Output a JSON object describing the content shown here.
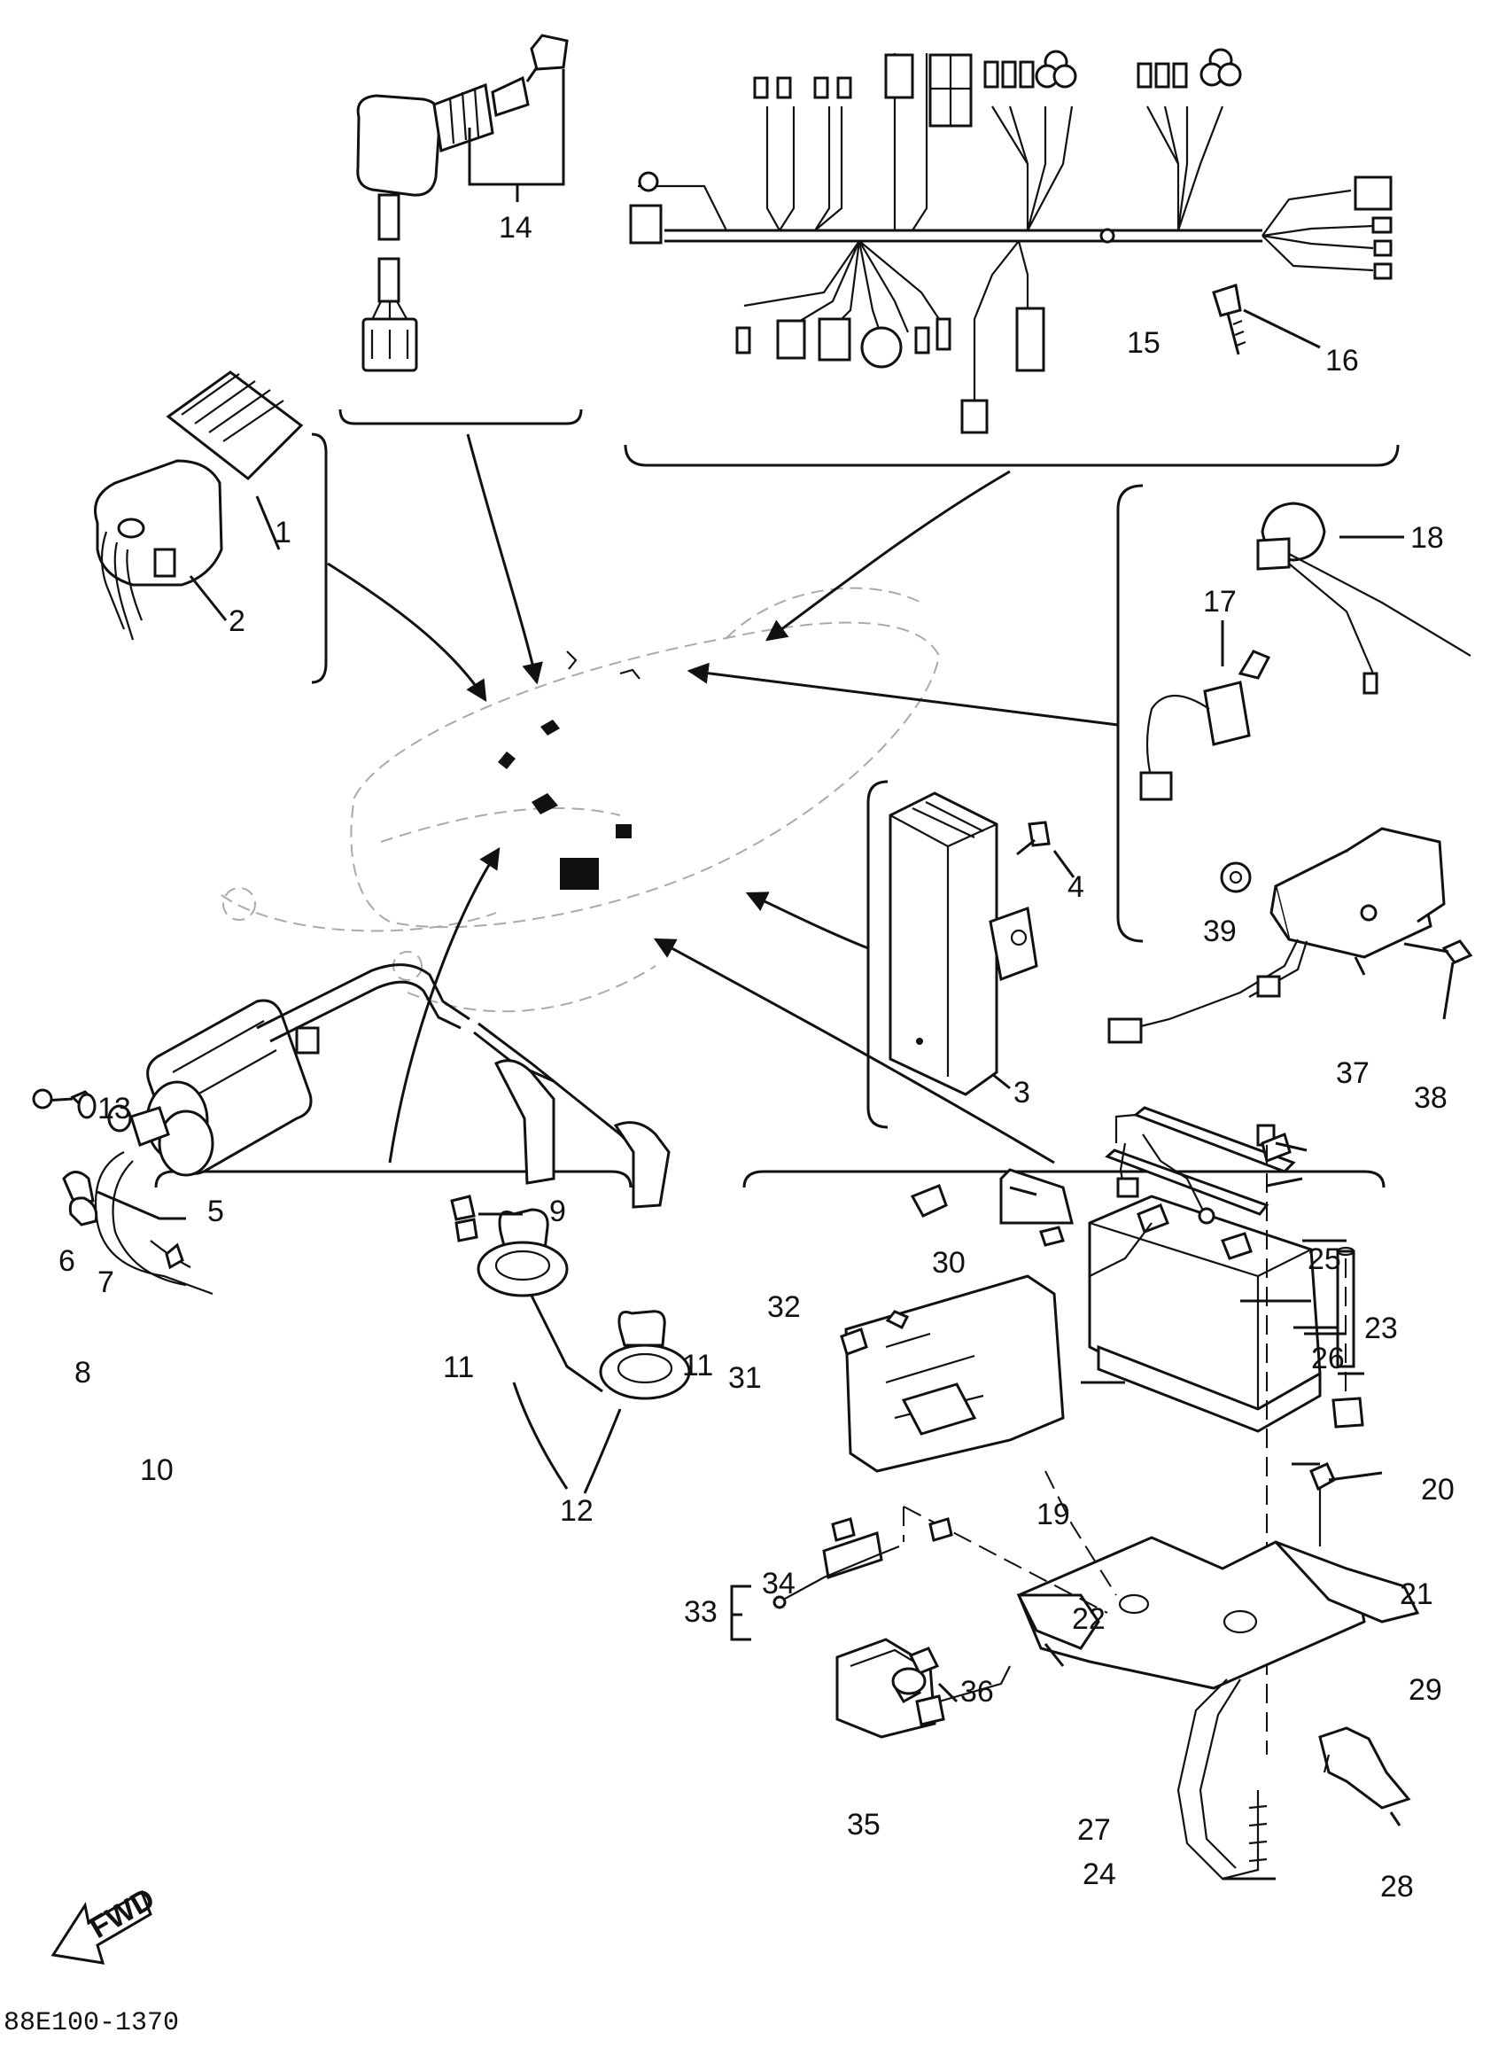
{
  "diagram": {
    "drawing_code": "88E100-1370",
    "direction_badge": "FWD",
    "callouts": [
      "1",
      "2",
      "3",
      "4",
      "5",
      "6",
      "7",
      "8",
      "9",
      "10",
      "11",
      "11",
      "12",
      "13",
      "14",
      "15",
      "16",
      "17",
      "18",
      "19",
      "20",
      "21",
      "22",
      "23",
      "24",
      "25",
      "26",
      "27",
      "28",
      "29",
      "30",
      "31",
      "32",
      "33",
      "34",
      "35",
      "36",
      "37",
      "38",
      "39"
    ]
  }
}
